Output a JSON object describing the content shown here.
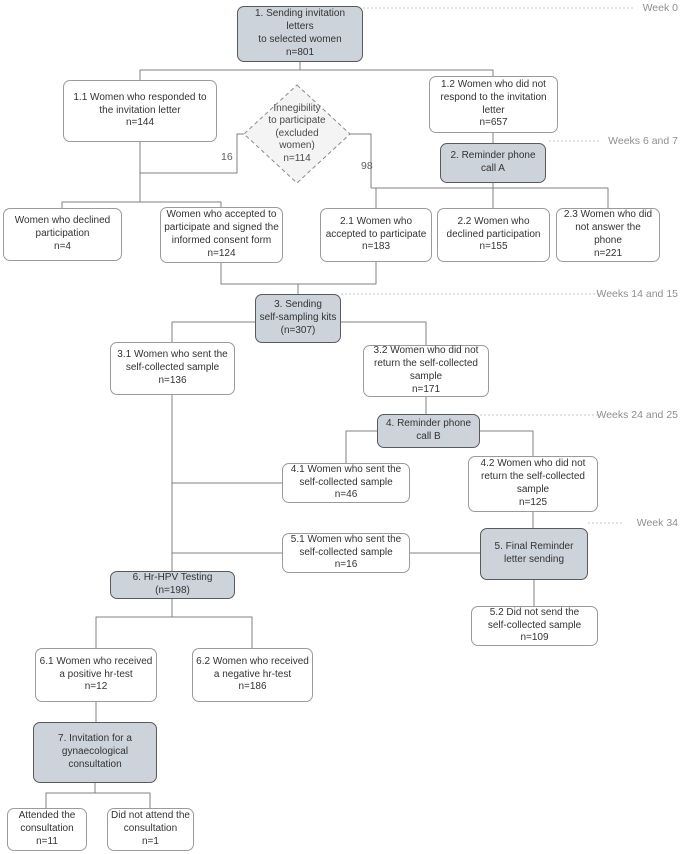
{
  "diagram": {
    "colors": {
      "filled_node_fill": "#ccd3da",
      "filled_node_border": "#5a5a5a",
      "plain_node_border": "#9b9b9b",
      "diamond_fill": "#f4f4f4",
      "connector_line": "#808080",
      "week_marker_text": "#8f8f8f",
      "node_text": "#333333"
    },
    "nodes": [
      {
        "id": "1",
        "type": "filled",
        "label": "1. Sending invitation letters\nto selected women\nn=801"
      },
      {
        "id": "1.1",
        "type": "plain",
        "label": "1.1 Women who responded to\nthe invitation letter\nn=144"
      },
      {
        "id": "excluded",
        "type": "diamond",
        "label": "Innegibility\nto participate\n(excluded\nwomen)\nn=114"
      },
      {
        "id": "1.2",
        "type": "plain",
        "label": "1.2 Women who did not\nrespond to the invitation\nletter\nn=657"
      },
      {
        "id": "2",
        "type": "filled",
        "label": "2. Reminder phone\ncall A"
      },
      {
        "id": "declined",
        "type": "plain",
        "label": "Women who declined\nparticipation\nn=4"
      },
      {
        "id": "accepted",
        "type": "plain",
        "label": "Women who accepted to\nparticipate and signed the\ninformed consent form\nn=124"
      },
      {
        "id": "2.1",
        "type": "plain",
        "label": "2.1 Women who\naccepted to participate\nn=183"
      },
      {
        "id": "2.2",
        "type": "plain",
        "label": "2.2 Women who\ndeclined participation\nn=155"
      },
      {
        "id": "2.3",
        "type": "plain",
        "label": "2.3 Women who did\nnot answer the phone\nn=221"
      },
      {
        "id": "3",
        "type": "filled",
        "label": "3. Sending\nself-sampling kits\n(n=307)"
      },
      {
        "id": "3.1",
        "type": "plain",
        "label": "3.1 Women who sent the\nself-collected sample\nn=136"
      },
      {
        "id": "3.2",
        "type": "plain",
        "label": "3.2 Women who did not\nreturn the self-collected\nsample\nn=171"
      },
      {
        "id": "4",
        "type": "filled",
        "label": "4. Reminder phone\ncall B"
      },
      {
        "id": "4.1",
        "type": "plain",
        "label": "4.1 Women who sent the\nself-collected sample\nn=46"
      },
      {
        "id": "4.2",
        "type": "plain",
        "label": "4.2 Women who did not\nreturn the self-collected\nsample\nn=125"
      },
      {
        "id": "5.1",
        "type": "plain",
        "label": "5.1 Women who sent the\nself-collected sample\nn=16"
      },
      {
        "id": "5",
        "type": "filled",
        "label": "5. Final Reminder\nletter sending"
      },
      {
        "id": "6",
        "type": "filled",
        "label": "6. Hr-HPV Testing\n(n=198)"
      },
      {
        "id": "5.2",
        "type": "plain",
        "label": "5.2 Did not send the\nself-collected sample\nn=109"
      },
      {
        "id": "6.1",
        "type": "plain",
        "label": "6.1 Women who received\na positive hr-test\nn=12"
      },
      {
        "id": "6.2",
        "type": "plain",
        "label": "6.2 Women who received\na negative hr-test\nn=186"
      },
      {
        "id": "7",
        "type": "filled",
        "label": "7. Invitation for a\ngynaecological\nconsultation"
      },
      {
        "id": "attended",
        "type": "plain",
        "label": "Attended the\nconsultation\nn=11"
      },
      {
        "id": "not_attended",
        "type": "plain",
        "label": "Did not attend the\nconsultation\nn=1"
      }
    ],
    "edge_labels": [
      {
        "text": "16"
      },
      {
        "text": "98"
      }
    ],
    "week_markers": [
      {
        "label": "Week 0"
      },
      {
        "label": "Weeks 6 and 7"
      },
      {
        "label": "Weeks 14 and 15"
      },
      {
        "label": "Weeks 24 and 25"
      },
      {
        "label": "Week 34"
      }
    ]
  }
}
